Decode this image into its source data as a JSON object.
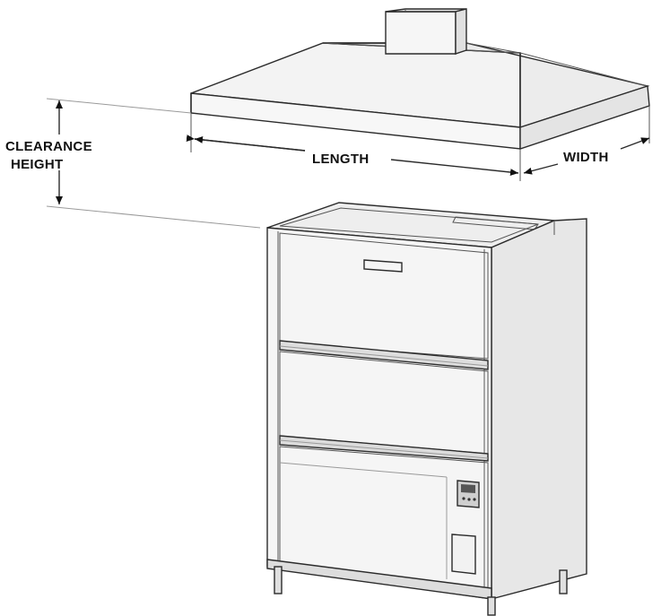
{
  "labels": {
    "clearance_line1": "CLEARANCE",
    "clearance_line2": "HEIGHT",
    "length": "LENGTH",
    "width": "WIDTH"
  },
  "colors": {
    "stroke": "#2b2b2b",
    "hood_top": "#f2f2f2",
    "hood_side": "#e8e8e8",
    "cabinet_front": "#f4f4f4",
    "cabinet_side": "#e6e6e6",
    "background": "#ffffff"
  }
}
